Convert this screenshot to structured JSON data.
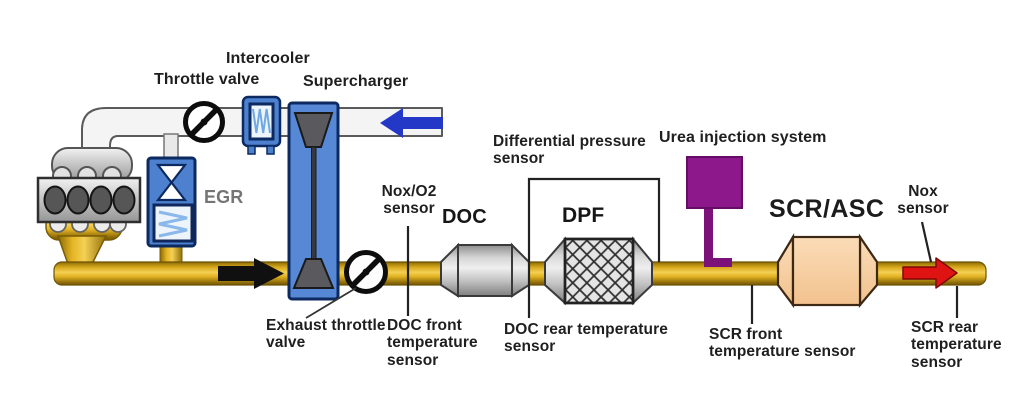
{
  "diagram": {
    "components": {
      "intercooler": "Intercooler",
      "throttle_valve": "Throttle valve",
      "supercharger": "Supercharger",
      "egr": "EGR",
      "exhaust_throttle_valve": "Exhaust throttle\nvalve",
      "nox_o2_sensor": "Nox/O2\nsensor",
      "doc": "DOC",
      "dpf": "DPF",
      "doc_front_temp_sensor": "DOC front\ntemperature\nsensor",
      "doc_rear_temp_sensor": "DOC rear temperature\nsensor",
      "differential_pressure_sensor": "Differential pressure\nsensor",
      "urea_injection_system": "Urea injection system",
      "scr_asc": "SCR/ASC",
      "scr_front_temp_sensor": "SCR front\ntemperature sensor",
      "nox_sensor": "Nox\nsensor",
      "scr_rear_temp_sensor": "SCR rear\ntemperature\nsensor"
    },
    "icons": [
      "engine-icon",
      "egr-valve-icon",
      "egr-cooler-icon",
      "throttle-valve-icon",
      "intercooler-icon",
      "supercharger-icon",
      "intake-flow-arrow-icon",
      "exhaust-flow-arrow-icon",
      "exhaust-throttle-valve-icon",
      "doc-canister-icon",
      "dpf-canister-icon",
      "urea-tank-icon",
      "urea-injector-icon",
      "scr-asc-canister-icon",
      "outlet-flow-arrow-icon"
    ],
    "colors": {
      "pipe_gold": "#e8bc2c",
      "pipe_gold_dark": "#7a5c04",
      "component_blue": "#4d80cf",
      "component_blue_border": "#0c2a60",
      "fin_light_blue": "#7fb0e6",
      "urea_purple": "#8c188c",
      "scr_peach": "#f8d0a8",
      "intake_arrow_blue": "#2438c8",
      "outlet_arrow_red": "#e01313",
      "exhaust_arrow_black": "#101010",
      "metal_gray": "#c2c2c2",
      "text": "#1f1f1f"
    }
  }
}
